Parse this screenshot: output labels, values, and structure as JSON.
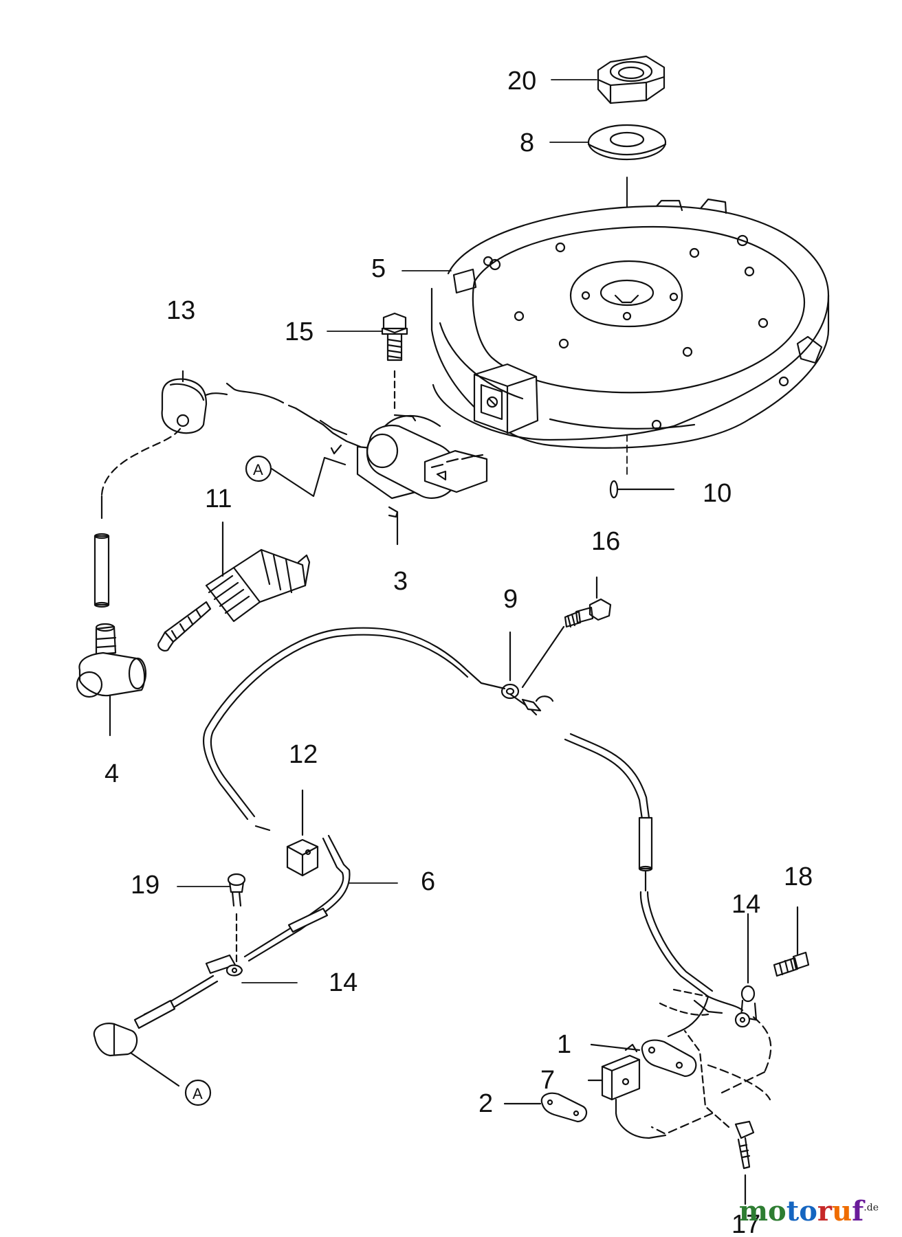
{
  "parts": {
    "p1": "1",
    "p2": "2",
    "p3": "3",
    "p4": "4",
    "p5": "5",
    "p6": "6",
    "p7": "7",
    "p8": "8",
    "p9": "9",
    "p10": "10",
    "p11": "11",
    "p12": "12",
    "p13": "13",
    "p14a": "14",
    "p14b": "14",
    "p15": "15",
    "p16": "16",
    "p17": "17",
    "p18": "18",
    "p19": "19",
    "p20": "20"
  },
  "connector": {
    "a_top": "A",
    "a_bottom": "A"
  },
  "watermark": {
    "text": "motoruf",
    "suffix": ".de",
    "letter_colors": [
      "#2e7d32",
      "#2e7d32",
      "#1565c0",
      "#1565c0",
      "#c62828",
      "#ef6c00",
      "#6a1b9a"
    ]
  }
}
